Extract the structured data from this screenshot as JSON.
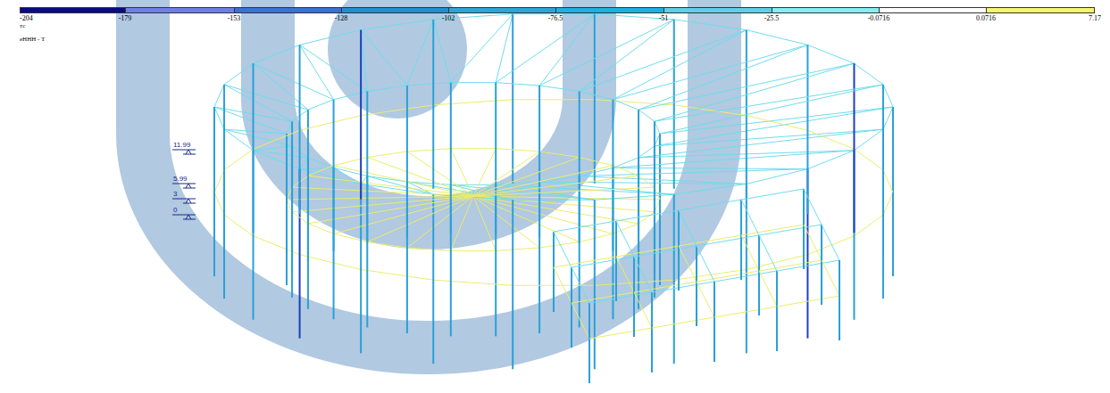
{
  "diagram": {
    "labels": [
      "тс",
      "eHHH - T",
      "11.99",
      "5.99",
      "3",
      "0",
      "7.17"
    ],
    "legend": [
      {
        "text": "-204",
        "color": "#0a0a86"
      },
      {
        "text": "-179",
        "color": "#6f7fe8"
      },
      {
        "text": "-153",
        "color": "#3a70d8"
      },
      {
        "text": "-128",
        "color": "#1e8fd4"
      },
      {
        "text": "-102",
        "color": "#2aa6d8"
      },
      {
        "text": "-76.5",
        "color": "#1bb2e2"
      },
      {
        "text": "-51",
        "color": "#5fd0e8"
      },
      {
        "text": "-25.5",
        "color": "#86eef2"
      },
      {
        "text": "-0.0716",
        "color": "#ffffff"
      },
      {
        "text": "0.0716",
        "color": "#f5f570"
      }
    ]
  }
}
